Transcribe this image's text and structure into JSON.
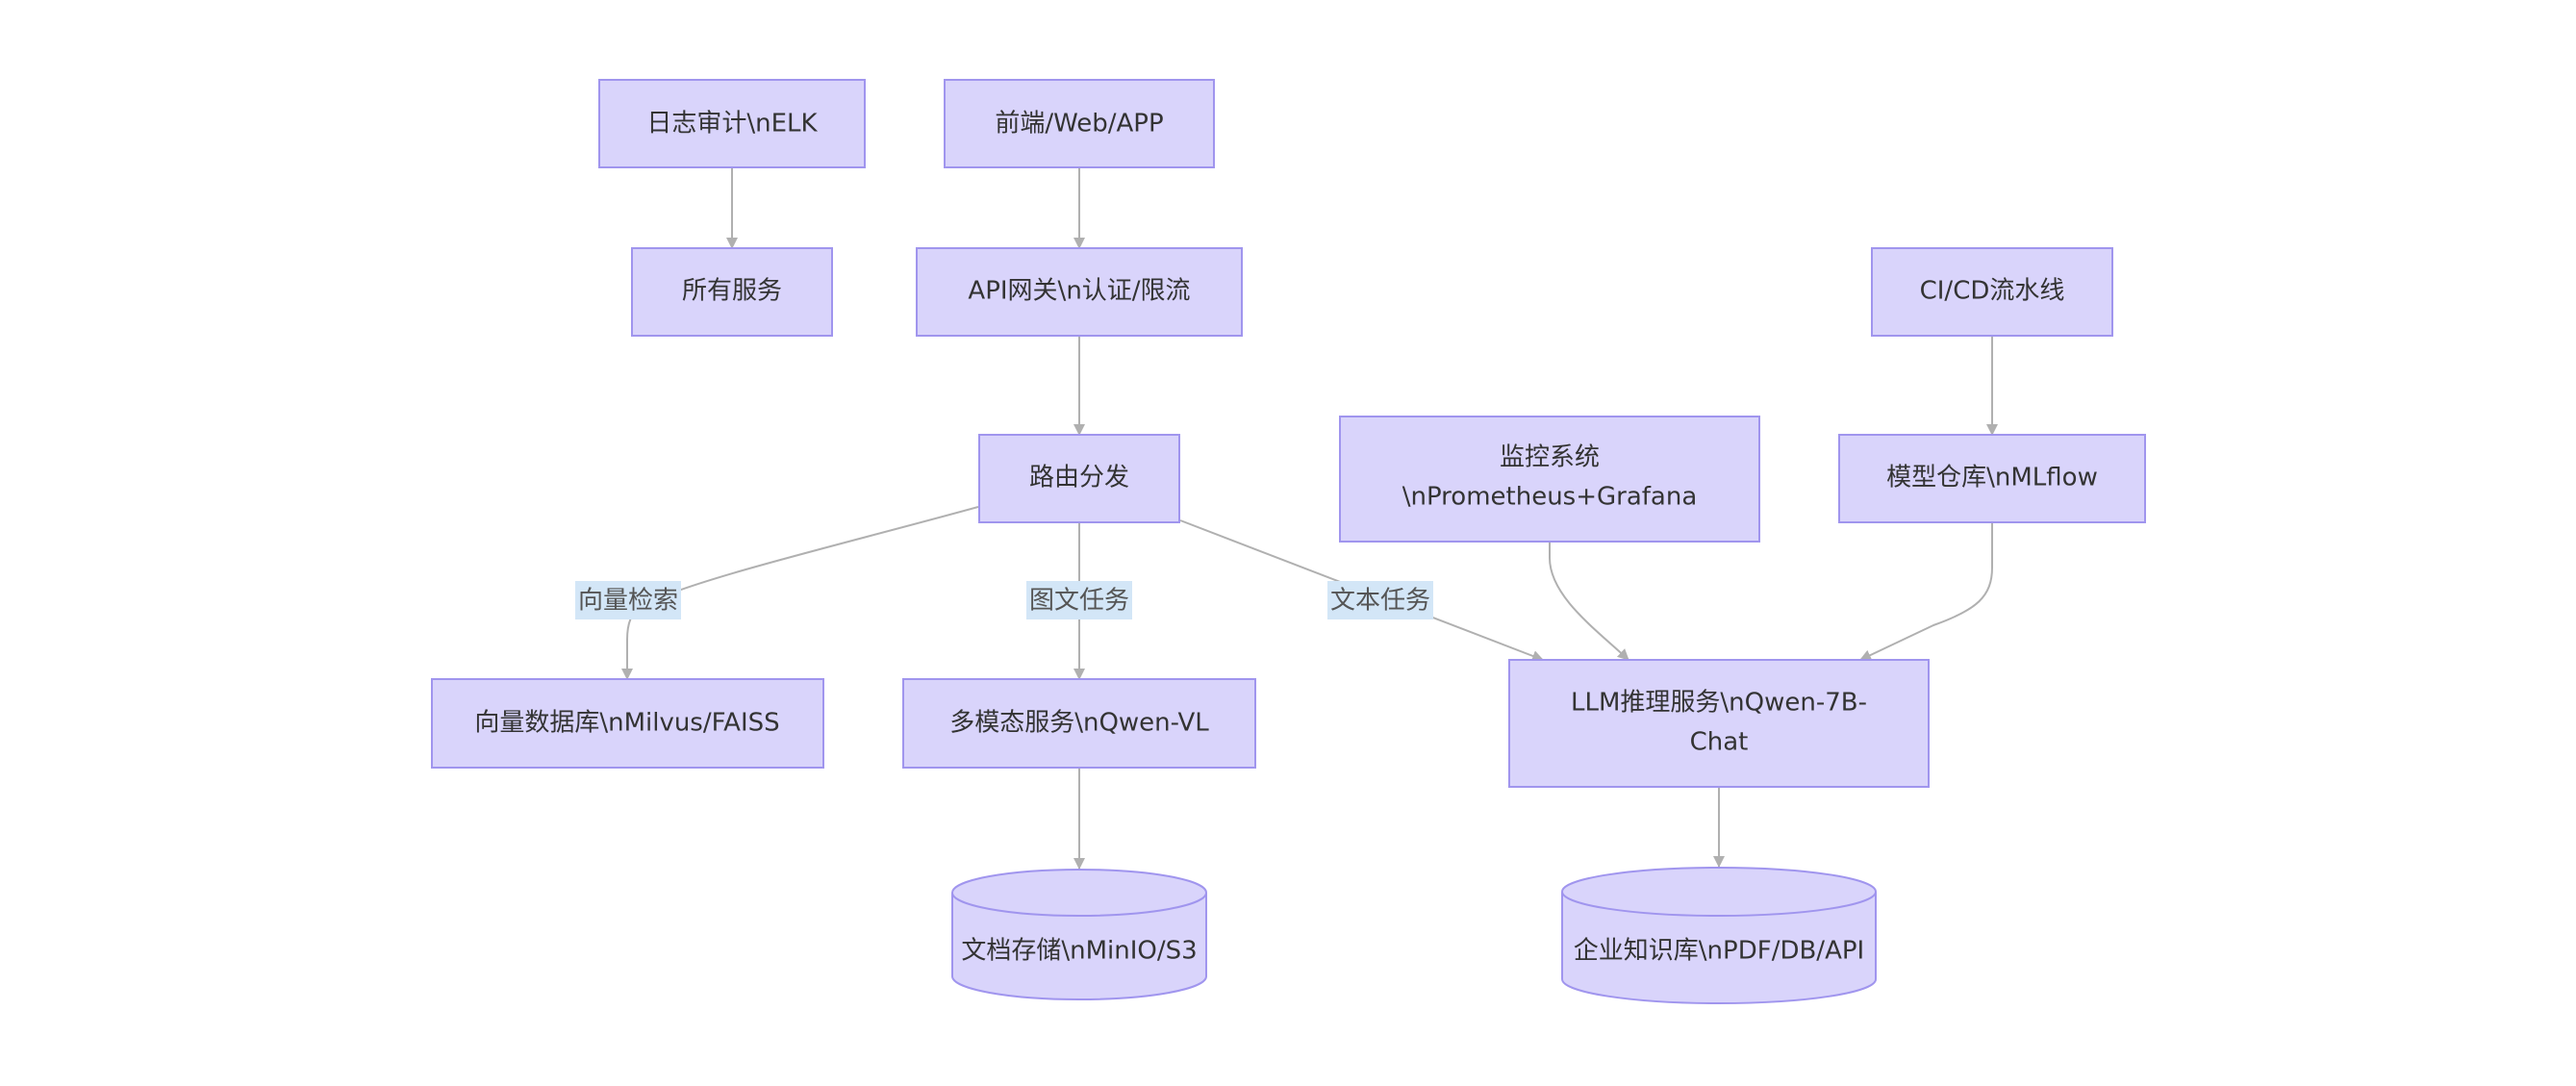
{
  "nodes": {
    "logging": "日志审计\\nELK",
    "frontend": "前端/Web/APP",
    "all_services": "所有服务",
    "api_gateway": "API网关\\n认证/限流",
    "cicd": "CI/CD流水线",
    "router": "路由分发",
    "monitoring_line1": "监控系统",
    "monitoring_line2": "\\nPrometheus+Grafana",
    "model_repo": "模型仓库\\nMLflow",
    "vector_db": "向量数据库\\nMilvus/FAISS",
    "multimodal": "多模态服务\\nQwen-VL",
    "llm_line1": "LLM推理服务\\nQwen-7B-",
    "llm_line2": "Chat",
    "doc_storage": "文档存储\\nMinIO/S3",
    "knowledge_base": "企业知识库\\nPDF/DB/API"
  },
  "edge_labels": {
    "vector_search": "向量检索",
    "image_text_task": "图文任务",
    "text_task": "文本任务"
  },
  "colors": {
    "node_fill": "#d9d4fb",
    "node_stroke": "#a095ee",
    "edge": "#b0b0b0",
    "edge_label_bg": "#d3e6f7"
  }
}
